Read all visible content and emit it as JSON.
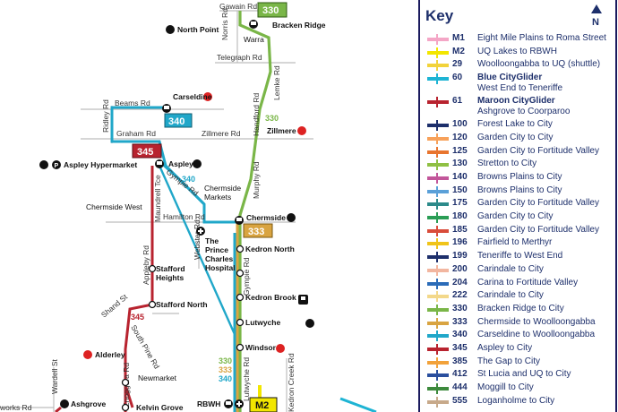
{
  "map": {
    "roads": {
      "gawain": "Gawain Rd",
      "norris": "Norris Rd",
      "telegraph": "Telegraph Rd",
      "lemke": "Lemke Rd",
      "handford": "Handford Rd",
      "beams": "Beams Rd",
      "ridley": "Ridley Rd",
      "graham": "Graham Rd",
      "zillmere_rd": "Zillmere Rd",
      "murphy": "Murphy Rd",
      "gympie_rd": "Gympie Rd",
      "hamilton": "Hamilton Rd",
      "maundrell": "Maundrell Tce",
      "webster": "Webster Rd",
      "gympie_rd2": "Gympie Rd",
      "appleby": "Appleby Rd",
      "shand": "Shand St",
      "south_pine": "South Pine Rd",
      "enoggera": "Enoggera Rd",
      "wardell": "Wardell St",
      "lutwyche_rd": "Lutwyche Rd",
      "kedron_creek": "Kedron Creek Rd",
      "works": "works Rd"
    },
    "places": {
      "bracken_ridge": "Bracken Ridge",
      "warra": "Warra",
      "north_point": "North Point",
      "carseldine": "Carseldine",
      "zillmere": "Zillmere",
      "aspley_hypermarket": "Aspley Hypermarket",
      "aspley": "Aspley",
      "chermside_markets_1": "Chermside",
      "chermside_markets_2": "Markets",
      "chermside_west": "Chermside West",
      "chermside": "Chermside",
      "prince_charles_1": "The",
      "prince_charles_2": "Prince",
      "prince_charles_3": "Charles",
      "prince_charles_4": "Hospital",
      "kedron_north": "Kedron North",
      "stafford_heights_1": "Stafford",
      "stafford_heights_2": "Heights",
      "kedron_brook": "Kedron Brook",
      "stafford_north": "Stafford North",
      "lutwyche": "Lutwyche",
      "windsor": "Windsor",
      "alderley": "Alderley",
      "newmarket": "Newmarket",
      "ashgrove": "Ashgrove",
      "kelvin_grove": "Kelvin Grove",
      "rbwh": "RBWH"
    },
    "route_boxes": {
      "b330": "330",
      "b340": "340",
      "b345": "345",
      "b333": "333",
      "m2": "M2"
    },
    "route_labels": {
      "r330a": "330",
      "r340a": "340",
      "r345a": "345",
      "s330": "330",
      "s333": "333",
      "s340": "340"
    }
  },
  "key": {
    "title": "Key",
    "north": "N",
    "entries": [
      {
        "num": "M1",
        "color": "#f4a6c6",
        "desc": "Eight Mile Plains to Roma Street"
      },
      {
        "num": "M2",
        "color": "#f2e600",
        "desc": "UQ Lakes to RBWH"
      },
      {
        "num": "29",
        "color": "#f2d33a",
        "desc": "Woolloongabba to UQ (shuttle)"
      },
      {
        "num": "60",
        "color": "#1eb4d4",
        "desc": "Blue CityGlider",
        "desc2": "West End to Teneriffe",
        "bold": true
      },
      {
        "num": "61",
        "color": "#b8232f",
        "desc": "Maroon CityGlider",
        "desc2": "Ashgrove to Coorparoo",
        "bold": true
      },
      {
        "num": "100",
        "color": "#1d2f6b",
        "desc": "Forest Lake to City"
      },
      {
        "num": "120",
        "color": "#f7a15a",
        "desc": "Garden City to City"
      },
      {
        "num": "125",
        "color": "#e8752e",
        "desc": "Garden City to Fortitude Valley"
      },
      {
        "num": "130",
        "color": "#8fc043",
        "desc": "Stretton to City"
      },
      {
        "num": "140",
        "color": "#c2569a",
        "desc": "Browns Plains to City"
      },
      {
        "num": "150",
        "color": "#5aa0d8",
        "desc": "Browns Plains to City"
      },
      {
        "num": "175",
        "color": "#2c8a8a",
        "desc": "Garden City to Fortitude Valley"
      },
      {
        "num": "180",
        "color": "#2a9d55",
        "desc": "Garden City to City"
      },
      {
        "num": "185",
        "color": "#d94c3a",
        "desc": "Garden City to Fortitude Valley"
      },
      {
        "num": "196",
        "color": "#f0c419",
        "desc": "Fairfield to Merthyr"
      },
      {
        "num": "199",
        "color": "#1d2f6b",
        "desc": "Teneriffe to West End"
      },
      {
        "num": "200",
        "color": "#f2b6a0",
        "desc": "Carindale to City"
      },
      {
        "num": "204",
        "color": "#2a6bb8",
        "desc": "Carina to Fortitude Valley"
      },
      {
        "num": "222",
        "color": "#f3d88a",
        "desc": "Carindale to City"
      },
      {
        "num": "330",
        "color": "#7ab648",
        "desc": "Bracken Ridge to City"
      },
      {
        "num": "333",
        "color": "#d9a441",
        "desc": "Chermside to Woolloongabba"
      },
      {
        "num": "340",
        "color": "#20a7c9",
        "desc": "Carseldine to Woolloongabba"
      },
      {
        "num": "345",
        "color": "#b8232f",
        "desc": "Aspley to City"
      },
      {
        "num": "385",
        "color": "#f2a23a",
        "desc": "The Gap to City"
      },
      {
        "num": "412",
        "color": "#2a4f9e",
        "desc": "St Lucia and UQ to City"
      },
      {
        "num": "444",
        "color": "#3d8a3d",
        "desc": "Moggill to City"
      },
      {
        "num": "555",
        "color": "#c7a98a",
        "desc": "Loganholme to City"
      }
    ]
  }
}
